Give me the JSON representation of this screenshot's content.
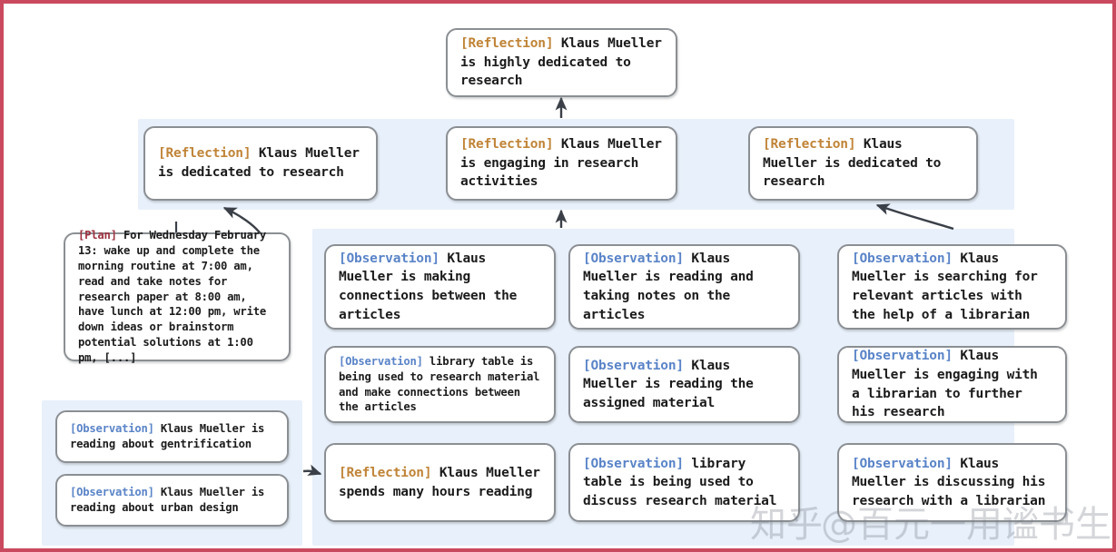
{
  "image": {
    "border_color": "#c94a5e",
    "panel_color": "#e8f0fb",
    "card_border_color": "#8b8f93"
  },
  "tags": {
    "reflection": "[Reflection]",
    "observation": "[Observation]",
    "plan": "[Plan]",
    "reflection_color": "#c08437",
    "observation_color": "#5a84c8",
    "plan_color": "#9e3240"
  },
  "top_node": {
    "tag": "[Reflection]",
    "text": " Klaus Mueller is highly dedicated to research"
  },
  "reflection_row": [
    {
      "tag": "[Reflection]",
      "text": " Klaus Mueller is dedicated to research"
    },
    {
      "tag": "[Reflection]",
      "text": " Klaus Mueller is engaging in research activities"
    },
    {
      "tag": "[Reflection]",
      "text": " Klaus Mueller is dedicated to research"
    }
  ],
  "plan_node": {
    "tag": "[Plan]",
    "text": " For Wednesday February 13: wake up and complete the morning routine at 7:00 am, read and take notes for research paper at 8:00 am, have lunch at 12:00 pm, write down ideas or brainstorm potential solutions at 1:00 pm, [...]"
  },
  "left_observations": [
    {
      "tag": "[Observation]",
      "text": " Klaus Mueller is reading about gentrification"
    },
    {
      "tag": "[Observation]",
      "text": " Klaus Mueller is reading about urban design"
    }
  ],
  "column_one": [
    {
      "tag": "[Observation]",
      "text": " Klaus Mueller is making connections between the articles"
    },
    {
      "tag": "[Observation]",
      "text": " library table is being used to research material and make connections between the articles"
    },
    {
      "tag": "[Reflection]",
      "text": " Klaus Mueller spends many hours reading"
    }
  ],
  "column_two": [
    {
      "tag": "[Observation]",
      "text": " Klaus Mueller is reading and taking notes on the articles"
    },
    {
      "tag": "[Observation]",
      "text": " Klaus Mueller is reading the assigned material"
    },
    {
      "tag": "[Observation]",
      "text": " library table is being used to discuss research material"
    }
  ],
  "column_three": [
    {
      "tag": "[Observation]",
      "text": " Klaus Mueller is searching for relevant articles with the help of a librarian"
    },
    {
      "tag": "[Observation]",
      "text": " Klaus Mueller is engaging with a librarian to further his research"
    },
    {
      "tag": "[Observation]",
      "text": " Klaus Mueller is discussing his research with a librarian"
    }
  ],
  "watermark": {
    "logo": "知乎",
    "handle": "@百元一用谧书生"
  }
}
